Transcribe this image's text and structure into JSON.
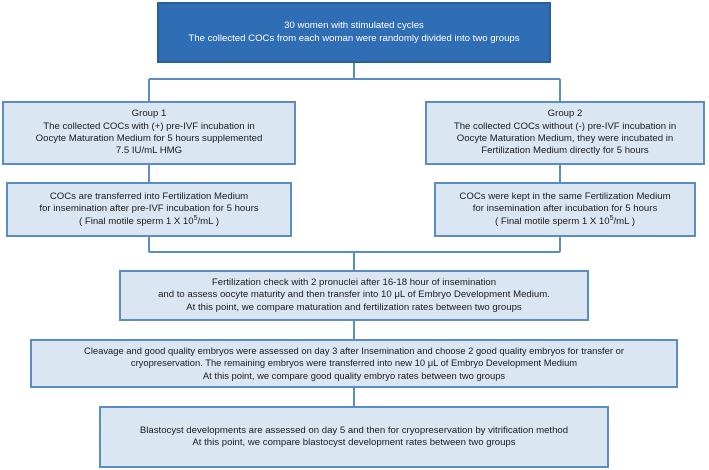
{
  "diagram": {
    "top": {
      "lines": [
        "30 women with stimulated cycles",
        "The collected COCs from each woman were randomly divided into two groups"
      ]
    },
    "group1": {
      "lines": [
        "Group 1",
        "The collected COCs with (+) pre-IVF incubation in",
        "Oocyte Maturation Medium for 5 hours supplemented",
        "7.5 IU/mL HMG"
      ]
    },
    "group2": {
      "lines": [
        "Group 2",
        "The collected COCs without (-) pre-IVF incubation in",
        "Oocyte Maturation Medium, they were incubated in",
        "Fertilization Medium directly for 5 hours"
      ]
    },
    "group1_step": {
      "lines": [
        "COCs are transferred into Fertilization Medium",
        "for insemination after pre-IVF incubation for 5 hours"
      ],
      "sperm_prefix": "( Final motile sperm 1 X 10",
      "sperm_exp": "5",
      "sperm_suffix": "/mL )"
    },
    "group2_step": {
      "lines": [
        "COCs were kept in the same Fertilization Medium",
        "for insemination after incubation for 5 hours"
      ],
      "sperm_prefix": "( Final motile sperm 1 X 10",
      "sperm_exp": "5",
      "sperm_suffix": "/mL )"
    },
    "fertilization": {
      "lines": [
        "Fertilization check with 2 pronuclei after 16-18 hour of insemination",
        "and to assess oocyte maturity and then transfer into 10 μL of Embryo Development Medium.",
        "At this point, we compare maturation and fertilization rates between two groups"
      ]
    },
    "cleavage": {
      "lines": [
        "Cleavage and good quality embryos were assessed on day 3 after Insemination and choose 2 good quality embryos for transfer or",
        "cryopreservation. The remaining embryos were transferred into new 10 μL of Embryo Development Medium",
        "At this point, we compare good quality embryo rates between two groups"
      ]
    },
    "blastocyst": {
      "lines": [
        "Blastocyst developments are assessed on day 5 and then for cryopreservation by vitrification method",
        "At this point, we compare blastocyst development rates between two groups"
      ]
    },
    "colors": {
      "top_fill": "#2f6db5",
      "box_fill": "#dbe6f3",
      "box_border": "#5b8cc4",
      "connector": "#5b8cc4"
    }
  }
}
